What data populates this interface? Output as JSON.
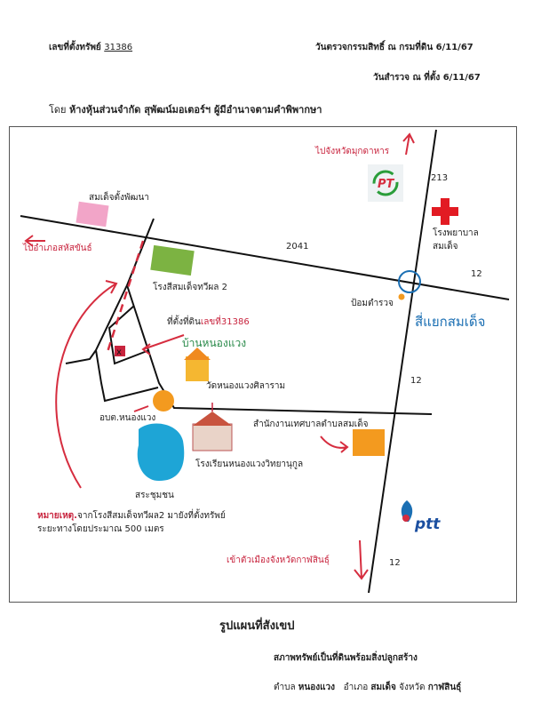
{
  "header": {
    "asset_no_label": "เลขที่ตั้งทรัพย์",
    "asset_no": "31386",
    "title_check": "วันตรวจกรรมสิทธิ์ ณ กรมที่ดิน 6/11/67",
    "survey": "วันสำรวจ ณ ที่ตั้ง 6/11/67",
    "by_prefix": "โดย",
    "by_name": "ห้างหุ้นส่วนจำกัด สุพัฒน์มอเตอร์ฯ ผู้มีอำนาจตามคำพิพากษา"
  },
  "map": {
    "to_mukdahan": "ไปจังหวัดมุกดาหาร",
    "road_213": "213",
    "road_2041": "2041",
    "road_12_east": "12",
    "road_12_mid": "12",
    "road_12_south": "12",
    "hospital": "โรงพยาบาล",
    "hospital2": "สมเด็จ",
    "somdet_pattana": "สมเด็จตั้งพัฒนา",
    "to_sahatsakhan": "ไปอำเภอสหัสขันธ์",
    "rice_mill": "โรงสีสมเด็จทวีผล 2",
    "police_box": "ป้อมตำรวจ",
    "intersection": "สี่แยกสมเด็จ",
    "land_location": "ที่ตั้งที่ดิน",
    "land_no": "เลขที่31386",
    "village": "บ้านหนองแวง",
    "temple": "วัดหนองแวงศิลาราม",
    "sao": "อบต.หนองแวง",
    "municipality": "สำนักงานเทศบาลตำบลสมเด็จ",
    "school": "โรงเรียนหนองแวงวิทยานุกูล",
    "pond": "สระชุมชน",
    "note_label": "หมายเหตุ.",
    "note_text": "จากโรงสีสมเด็จทวีผล2 มายังที่ตั้งทรัพย์",
    "note_line2": "ระยะทางโดยประมาณ 500 เมตร",
    "to_kalasin": "เข้าตัวเมืองจังหวัดกาฬสินธุ์",
    "ptt_logo": "ptt",
    "pt_logo": "PT"
  },
  "footer": {
    "title": "รูปแผนที่สังเขป",
    "condition": "สภาพทรัพย์เป็นที่ดินพร้อมสิ่งปลูกสร้าง",
    "tambon_label": "ตำบล",
    "tambon": "หนองแวง",
    "amphoe_label": "อำเภอ",
    "amphoe": "สมเด็จ",
    "province_label": "จังหวัด",
    "province": "กาฬสินธุ์"
  },
  "colors": {
    "red": "#c8243e",
    "blue": "#1b6fb3",
    "green": "#7cb342",
    "orange": "#f39a1f",
    "pink": "#f2a5c8",
    "pond": "#1ea5d6"
  }
}
